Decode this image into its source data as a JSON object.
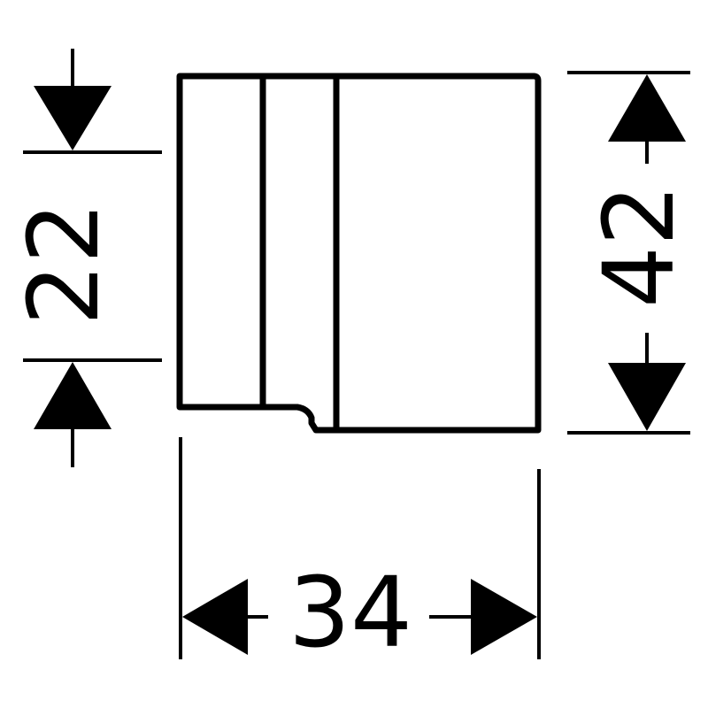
{
  "drawing": {
    "line_color": "#000000",
    "background": "#ffffff"
  },
  "dimensions": {
    "left_height": "22",
    "right_height": "42",
    "bottom_width": "34"
  }
}
